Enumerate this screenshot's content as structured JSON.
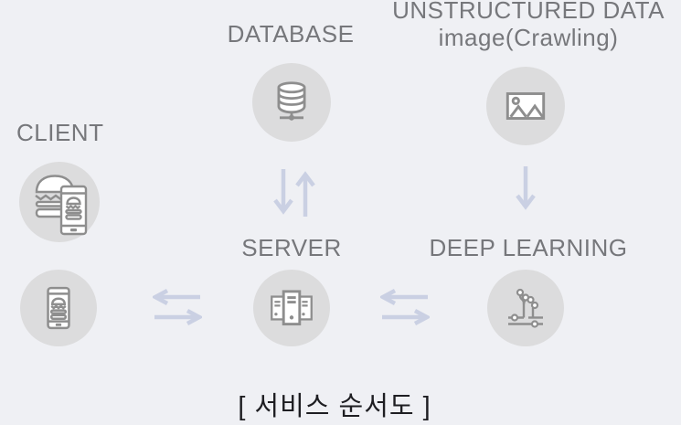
{
  "colors": {
    "background": "#eff0f4",
    "node_circle": "#dcdcdd",
    "icon_stroke": "#8e8e8e",
    "label_text": "#76777b",
    "arrow": "#cad0e3",
    "caption_text": "#1e1e22"
  },
  "nodes": {
    "client": {
      "label": "CLIENT",
      "icon": "burger-phone-icon"
    },
    "client_mobile": {
      "icon": "phone-burger-icon"
    },
    "database": {
      "label": "DATABASE",
      "icon": "database-icon"
    },
    "unstructured_data": {
      "label_line1": "UNSTRUCTURED DATA",
      "label_line2": "image(Crawling)",
      "icon": "image-icon"
    },
    "server": {
      "label": "SERVER",
      "icon": "server-icon"
    },
    "deep_learning": {
      "label": "DEEP LEARNING",
      "icon": "circuit-icon"
    }
  },
  "connections": [
    {
      "from": "database",
      "to": "server",
      "style": "bidirectional",
      "direction": "vertical"
    },
    {
      "from": "unstructured_data",
      "to": "deep_learning",
      "style": "one-way-down",
      "direction": "vertical"
    },
    {
      "from": "client_mobile",
      "to": "server",
      "style": "bidirectional",
      "direction": "horizontal"
    },
    {
      "from": "server",
      "to": "deep_learning",
      "style": "bidirectional",
      "direction": "horizontal"
    }
  ],
  "caption": "[ 서비스 순서도 ]"
}
